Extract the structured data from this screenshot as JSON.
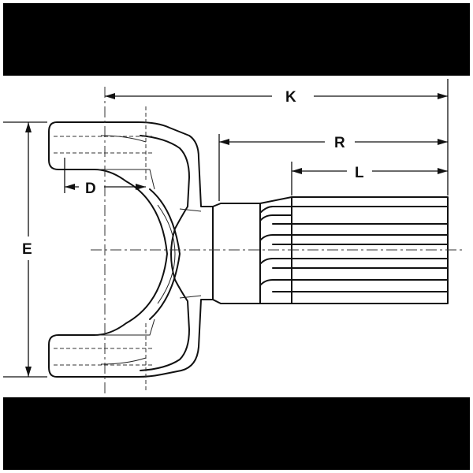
{
  "colors": {
    "background": "#ffffff",
    "band": "#000000",
    "ink": "#111111"
  },
  "dimensions": {
    "k_label": "K",
    "r_label": "R",
    "l_label": "L",
    "d_label": "D",
    "e_label": "E"
  }
}
